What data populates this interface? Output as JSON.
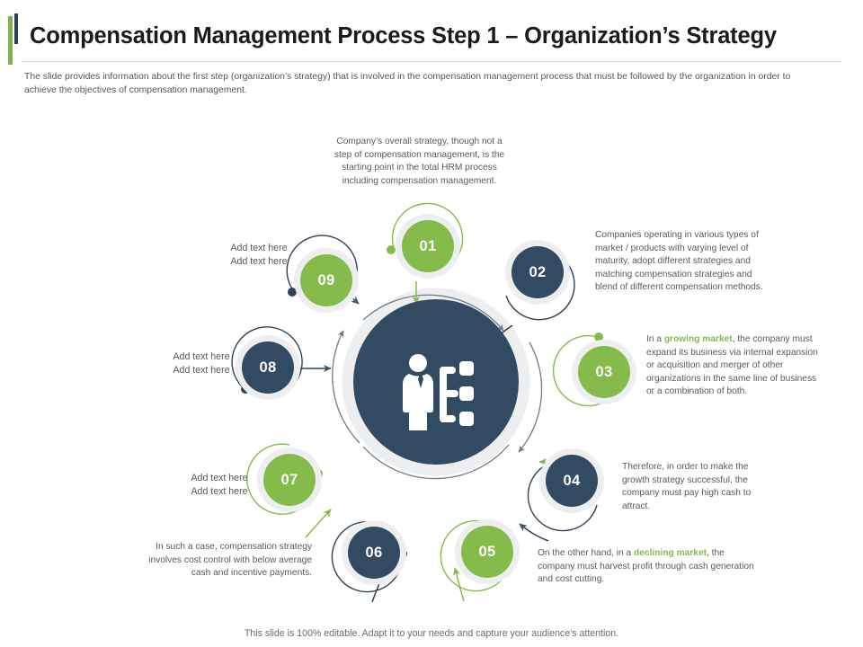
{
  "header": {
    "title": "Compensation Management Process Step 1 – Organization’s Strategy",
    "subtitle": "The slide provides information about the first step (organization’s strategy) that is involved in the compensation management process that must be followed by the organization in order to achieve the objectives of compensation management."
  },
  "colors": {
    "green": "#85bb4a",
    "navy": "#334a63",
    "halo": "#eceef0",
    "text": "#5a5a5a",
    "title": "#1b1b1b"
  },
  "hub": {
    "icon": "org-chart-person-icon",
    "fill": "#334a63"
  },
  "nodes": [
    {
      "id": "01",
      "label": "01",
      "color": "green",
      "accent": "green"
    },
    {
      "id": "02",
      "label": "02",
      "color": "navy",
      "accent": "navy"
    },
    {
      "id": "03",
      "label": "03",
      "color": "green",
      "accent": "green"
    },
    {
      "id": "04",
      "label": "04",
      "color": "navy",
      "accent": "navy"
    },
    {
      "id": "05",
      "label": "05",
      "color": "green",
      "accent": "green"
    },
    {
      "id": "06",
      "label": "06",
      "color": "navy",
      "accent": "navy"
    },
    {
      "id": "07",
      "label": "07",
      "color": "green",
      "accent": "green"
    },
    {
      "id": "08",
      "label": "08",
      "color": "navy",
      "accent": "navy"
    },
    {
      "id": "09",
      "label": "09",
      "color": "green",
      "accent": "navy"
    }
  ],
  "captions": {
    "c01": "Company’s overall strategy, though not a step of compensation management,  is the starting point in the total HRM  process including compensation management.",
    "c02": "Companies  operating in various types of market / products with varying level of maturity, adopt different strategies and matching compensation strategies and blend of different compensation methods.",
    "c03_pre": "In  a ",
    "c03_hl": "growing market",
    "c03_post": ", the company must expand its business via internal expansion or acquisition and merger of other organizations in  the same line of business or a combination  of both.",
    "c04": "Therefore, in order to make the growth strategy successful, the company must  pay high cash to attract.",
    "c05_pre": "On the other hand, in a ",
    "c05_hl": "declining market",
    "c05_post": ", the company must  harvest profit through cash generation and cost cutting.",
    "c06": "In  such a case, compensation strategy involves cost control with below average cash and incentive payments.",
    "c07": "Add text here\nAdd text here",
    "c08": "Add text here\nAdd text here",
    "c09": "Add text here\nAdd text here"
  },
  "footer": {
    "note": "This slide is 100% editable. Adapt it to your needs and capture your audience’s attention."
  }
}
